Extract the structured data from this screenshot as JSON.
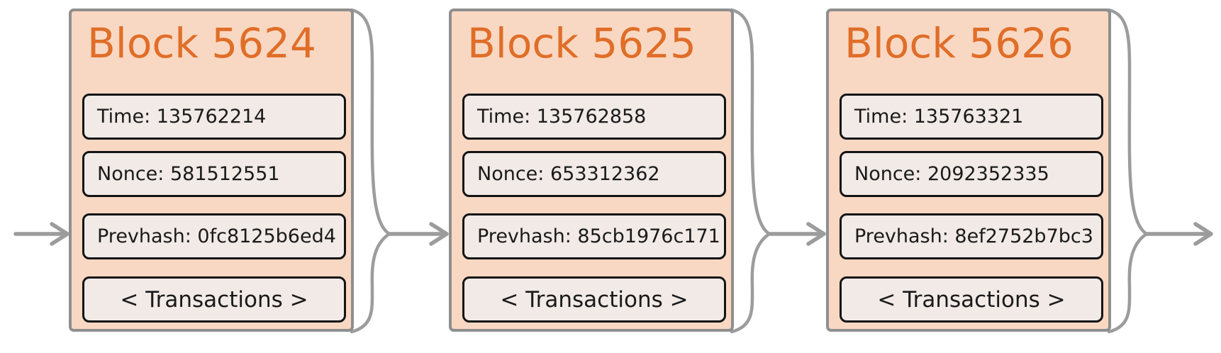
{
  "diagram_title": "Blockchain blocks chain diagram",
  "colors": {
    "block_bg": "#f8d8c3",
    "block_border": "#8f8f8f",
    "field_bg": "#f1eae7",
    "field_border": "#141414",
    "title_color": "#e06e28",
    "connector": "#9c9c9c",
    "text": "#1a1a1a",
    "canvas_bg": "#ffffff"
  },
  "blocks": [
    {
      "title": "Block 5624",
      "time_text": "Time: 135762214",
      "nonce_text": "Nonce: 581512551",
      "prevhash_text": "Prevhash: 0fc8125b6ed4",
      "transactions_label": "< Transactions >"
    },
    {
      "title": "Block 5625",
      "time_text": "Time: 135762858",
      "nonce_text": "Nonce: 653312362",
      "prevhash_text": "Prevhash: 85cb1976c171",
      "transactions_label": "< Transactions >"
    },
    {
      "title": "Block 5626",
      "time_text": "Time: 135763321",
      "nonce_text": "Nonce: 2092352335",
      "prevhash_text": "Prevhash: 8ef2752b7bc3",
      "transactions_label": "< Transactions >"
    }
  ]
}
